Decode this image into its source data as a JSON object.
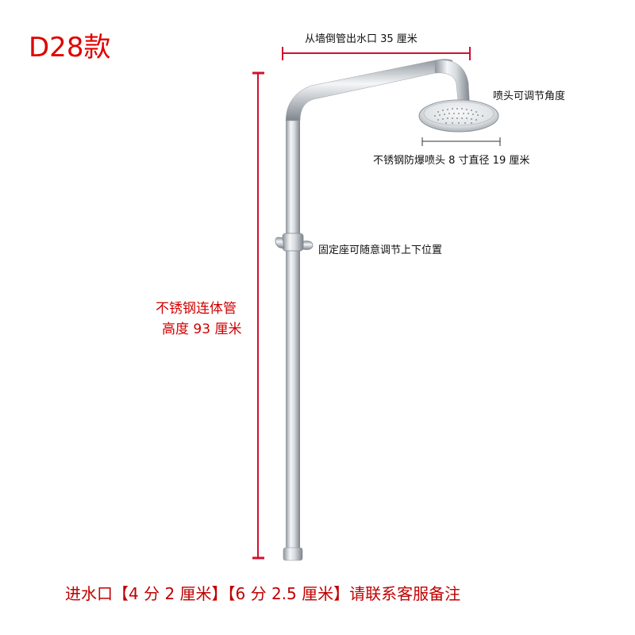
{
  "title": "D28款",
  "labels": {
    "outlet_distance": "从墙倒管出水口 35 厘米",
    "head_adjust": "喷头可调节角度",
    "head_spec": "不锈钢防爆喷头 8 寸直径 19 厘米",
    "holder": "固定座可随意调节上下位置",
    "pipe_line1": "不锈钢连体管",
    "pipe_line2": "高度 93 厘米"
  },
  "bottom_note": "进水口【4 分 2 厘米】【6 分 2.5 厘米】请联系客服备注",
  "colors": {
    "accent_red": "#e00000",
    "dimension_red": "#d01030",
    "chrome": "#c8cdd2"
  }
}
